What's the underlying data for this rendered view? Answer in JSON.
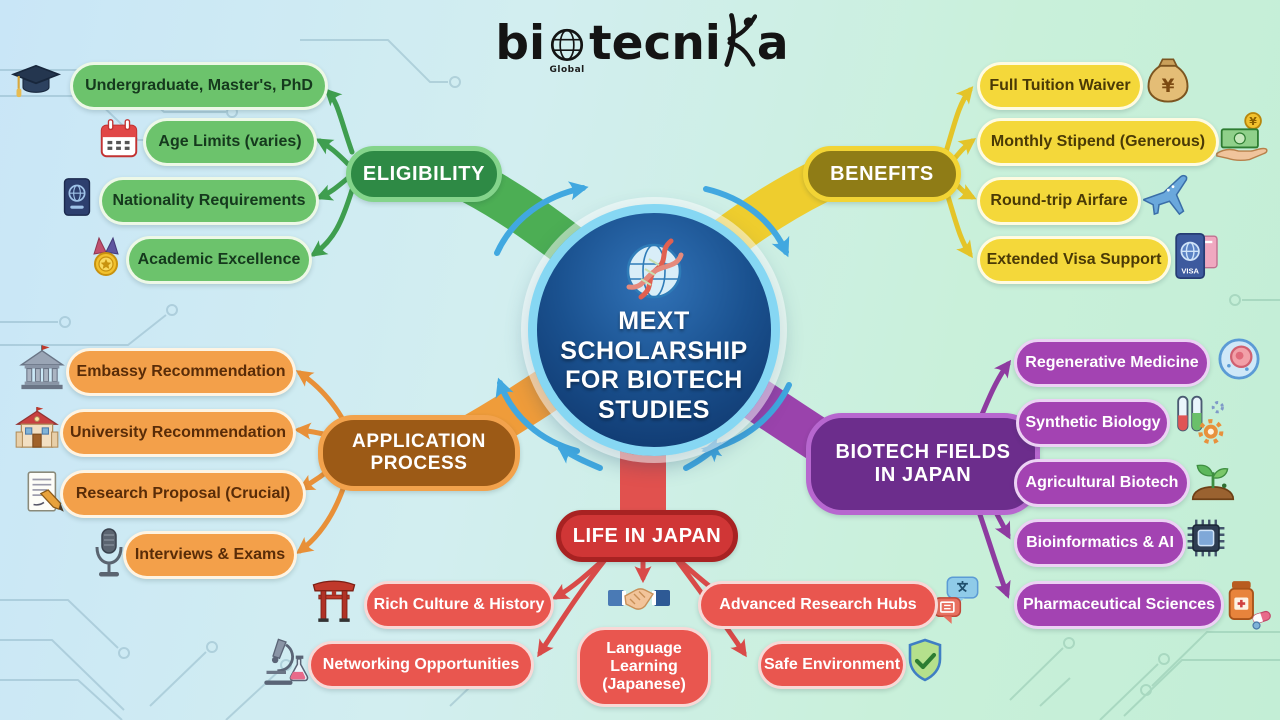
{
  "logo": {
    "part1": "bi",
    "part2": "tecni",
    "part3": "a",
    "sub": "Global"
  },
  "center": {
    "icon": "globe-dna-icon",
    "l1": "MEXT",
    "l2": "SCHOLARSHIP",
    "l3": "FOR BIOTECH",
    "l4": "STUDIES"
  },
  "branches": {
    "eligibility": {
      "label": "ELIGIBILITY",
      "items": [
        {
          "label": "Undergraduate, Master's, PhD",
          "icon": "graduation-cap-icon"
        },
        {
          "label": "Age Limits (varies)",
          "icon": "calendar-icon"
        },
        {
          "label": "Nationality Requirements",
          "icon": "passport-icon"
        },
        {
          "label": "Academic Excellence",
          "icon": "medal-icon"
        }
      ]
    },
    "benefits": {
      "label": "BENEFITS",
      "items": [
        {
          "label": "Full Tuition Waiver",
          "icon": "money-bag-icon"
        },
        {
          "label": "Monthly Stipend (Generous)",
          "icon": "stipend-hand-icon"
        },
        {
          "label": "Round-trip Airfare",
          "icon": "airplane-icon"
        },
        {
          "label": "Extended Visa Support",
          "icon": "visa-passport-icon"
        }
      ]
    },
    "application": {
      "label": "APPLICATION PROCESS",
      "items": [
        {
          "label": "Embassy Recommendation",
          "icon": "embassy-icon"
        },
        {
          "label": "University Recommendation",
          "icon": "university-icon"
        },
        {
          "label": "Research Proposal (Crucial)",
          "icon": "research-proposal-icon"
        },
        {
          "label": "Interviews & Exams",
          "icon": "microphone-icon"
        }
      ]
    },
    "biotech": {
      "label": "BIOTECH FIELDS IN JAPAN",
      "items": [
        {
          "label": "Regenerative Medicine",
          "icon": "cell-icon"
        },
        {
          "label": "Synthetic Biology",
          "icon": "synthetic-biology-icon"
        },
        {
          "label": "Agricultural Biotech",
          "icon": "agriculture-icon"
        },
        {
          "label": "Bioinformatics & AI",
          "icon": "chip-icon"
        },
        {
          "label": "Pharmaceutical Sciences",
          "icon": "pharmaceuticals-icon"
        }
      ]
    },
    "life": {
      "label": "LIFE IN JAPAN",
      "items": [
        {
          "label": "Rich Culture & History",
          "icon": "torii-gate-icon"
        },
        {
          "label": "Networking Opportunities",
          "icon": "microscope-icon"
        },
        {
          "label": "Language Learning (Japanese)",
          "icon": "handshake-icon"
        },
        {
          "label": "Advanced Research Hubs",
          "icon": "translation-chat-icon"
        },
        {
          "label": "Safe Environment",
          "icon": "shield-check-icon"
        }
      ]
    }
  },
  "colors": {
    "background_left": "#c9e6f7",
    "background_right": "#c3eed6",
    "eligibility_main": "#2e8a45",
    "eligibility_item": "#6cc36c",
    "eligibility_band": "#4cae54",
    "benefits_main": "#8f7c16",
    "benefits_item": "#f4d83a",
    "benefits_band": "#eecd2e",
    "application_main": "#9c5a16",
    "application_item": "#f3a04a",
    "application_band": "#ef9c3a",
    "biotech_main": "#6c2d8c",
    "biotech_item": "#a343b2",
    "biotech_band": "#9a43ac",
    "life_main": "#d03636",
    "life_item": "#e9564f",
    "life_band": "#e1514e",
    "center_fill": "#174f8e",
    "center_ring": "#86d7f3",
    "cycle_arrows": "#41a8e0"
  }
}
